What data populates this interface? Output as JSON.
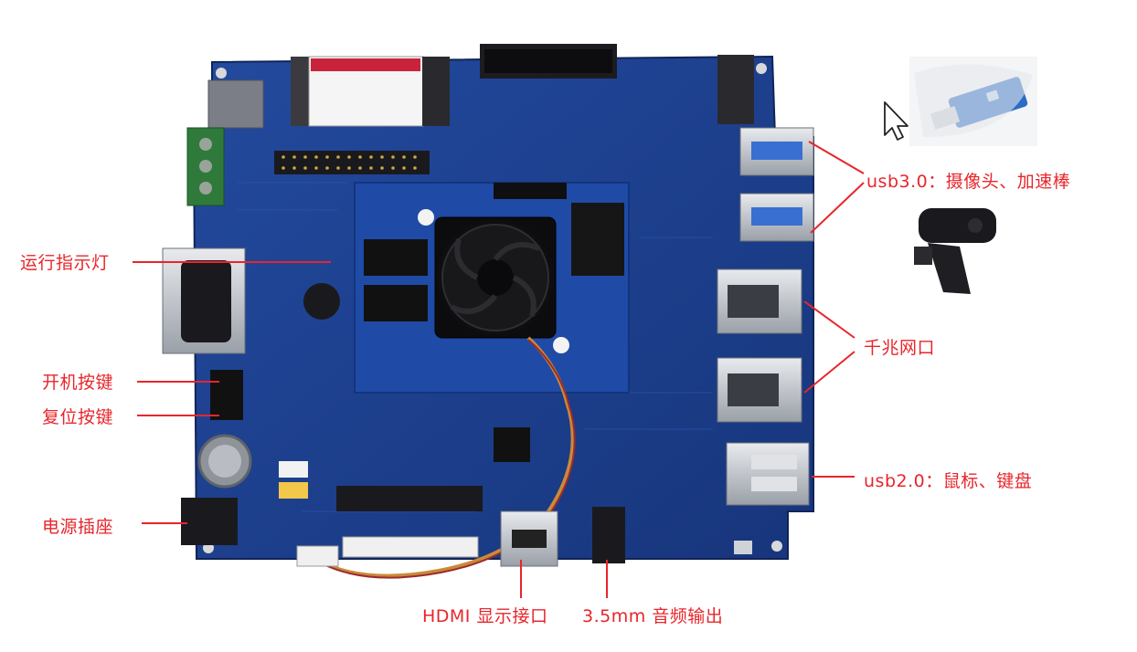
{
  "labels": {
    "run_led": "运行指示灯",
    "power_button": "开机按键",
    "reset_button": "复位按键",
    "power_socket": "电源插座",
    "usb30": "usb3.0：摄像头、加速棒",
    "gigabit_ethernet": "千兆网口",
    "usb20": "usb2.0：鼠标、键盘",
    "hdmi": "HDMI 显示接口",
    "audio": "3.5mm 音频输出"
  },
  "colors": {
    "annotation": "#e8252b",
    "pcb": "#1d3f8e",
    "pcb_dark": "#142d6b",
    "fan": "#1a1a1c",
    "usb_stick": "#2b6cc4"
  },
  "icons": {
    "cursor": "mouse-pointer-icon"
  }
}
